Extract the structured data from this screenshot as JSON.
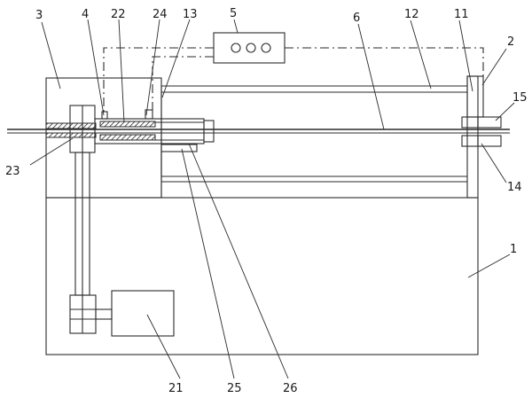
{
  "labels": {
    "n1": "1",
    "n2": "2",
    "n3": "3",
    "n4": "4",
    "n5": "5",
    "n6": "6",
    "n11": "11",
    "n12": "12",
    "n13": "13",
    "n14": "14",
    "n15": "15",
    "n21": "21",
    "n22": "22",
    "n23": "23",
    "n24": "24",
    "n25": "25",
    "n26": "26"
  }
}
